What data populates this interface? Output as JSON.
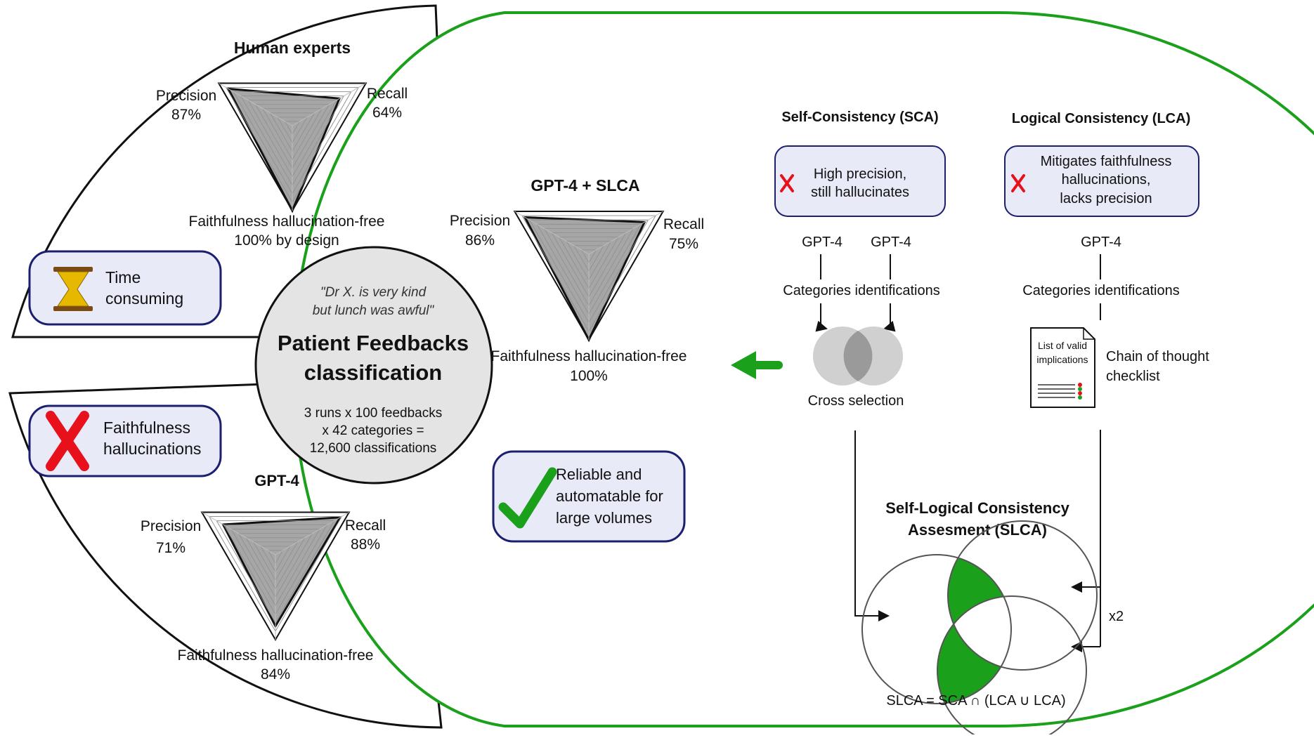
{
  "colors": {
    "green": "#1aa01a",
    "box_fill": "#e8eaf8",
    "box_stroke": "#1b1f6e",
    "radar_fill": "#a6a6a6",
    "hourglass": "#e6b800",
    "cross": "#e8101a"
  },
  "center": {
    "quote_line1": "\"Dr X. is very kind",
    "quote_line2": "but lunch was awful\"",
    "title_line1": "Patient Feedbacks",
    "title_line2": "classification",
    "stats_line1": "3 runs x 100 feedbacks",
    "stats_line2": "x 42 categories =",
    "stats_line3": "12,600 classifications"
  },
  "human": {
    "title": "Human experts",
    "precision_label": "Precision",
    "precision_value": "87%",
    "recall_label": "Recall",
    "recall_value": "64%",
    "faith_label": "Faithfulness hallucination-free",
    "faith_value": "100% by design",
    "box_line1": "Time",
    "box_line2": "consuming",
    "box_icon": "hourglass-icon",
    "scores": {
      "precision": 0.87,
      "recall": 0.64,
      "faithfulness": 1.0
    }
  },
  "gpt4": {
    "title": "GPT-4",
    "precision_label": "Precision",
    "precision_value": "71%",
    "recall_label": "Recall",
    "recall_value": "88%",
    "faith_label": "Faithfulness hallucination-free",
    "faith_value": "84%",
    "box_line1": "Faithfulness",
    "box_line2": "hallucinations",
    "box_icon": "red-cross-icon",
    "scores": {
      "precision": 0.71,
      "recall": 0.88,
      "faithfulness": 0.84
    }
  },
  "slca_result": {
    "title": "GPT-4 + SLCA",
    "precision_label": "Precision",
    "precision_value": "86%",
    "recall_label": "Recall",
    "recall_value": "75%",
    "faith_label": "Faithfulness hallucination-free",
    "faith_value": "100%",
    "box_line1": "Reliable and",
    "box_line2": "automatable for",
    "box_line3": "large volumes",
    "box_icon": "green-checkmark-icon",
    "scores": {
      "precision": 0.86,
      "recall": 0.75,
      "faithfulness": 1.0
    }
  },
  "sca": {
    "title": "Self-Consistency (SCA)",
    "box_line1": "High precision,",
    "box_line2": "still hallucinates",
    "model_a": "GPT-4",
    "model_b": "GPT-4",
    "step": "Categories identifications",
    "merge_label": "Cross selection"
  },
  "lca": {
    "title": "Logical Consistency (LCA)",
    "box_line1": "Mitigates faithfulness",
    "box_line2": "hallucinations,",
    "box_line3": "lacks precision",
    "model": "GPT-4",
    "step": "Categories identifications",
    "doc_line1": "List of valid",
    "doc_line2": "implications",
    "checklist_line1": "Chain of thought",
    "checklist_line2": "checklist"
  },
  "slca": {
    "title_line1": "Self-Logical Consistency",
    "title_line2": "Assesment (SLCA)",
    "repeat": "x2",
    "formula": "SLCA = SCA ∩ (LCA ∪ LCA)"
  }
}
